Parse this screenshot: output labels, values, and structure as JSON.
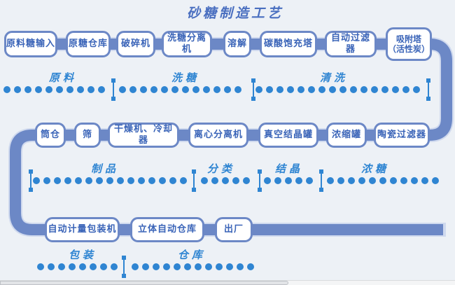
{
  "title": "砂糖制造工艺",
  "diagram": {
    "rows": [
      {
        "name": "top-row",
        "boxes": [
          "原料糖输入",
          "原糖仓库",
          "破碎机",
          "洗糖分离机",
          "溶解",
          "碳酸饱充塔",
          "自动过滤器",
          "吸附塔\n（活性炭）"
        ]
      },
      {
        "name": "middle-row",
        "boxes": [
          "筒仓",
          "筛",
          "干燥机、冷却器",
          "离心分离机",
          "真空结晶罐",
          "浓缩罐",
          "陶瓷过滤器"
        ]
      },
      {
        "name": "bottom-row",
        "boxes": [
          "自动计量包装机",
          "立体自动仓库",
          "出厂"
        ]
      }
    ],
    "stage_rows": [
      {
        "labels": [
          "原料",
          "洗糖",
          "清洗"
        ]
      },
      {
        "labels": [
          "制品",
          "分类",
          "结晶",
          "浓糖"
        ]
      },
      {
        "labels": [
          "包装",
          "仓库"
        ]
      }
    ]
  },
  "colors": {
    "background": "#edf1f6",
    "pipe": "#6c88c6",
    "pipe_outline": "#cfd9ee",
    "box_border": "#6c88c6",
    "box_text": "#3a64b8",
    "accent_dots": "#2f85d2",
    "title_text": "#4a6fc0"
  },
  "scrollbar": {
    "orientation": "horizontal"
  }
}
